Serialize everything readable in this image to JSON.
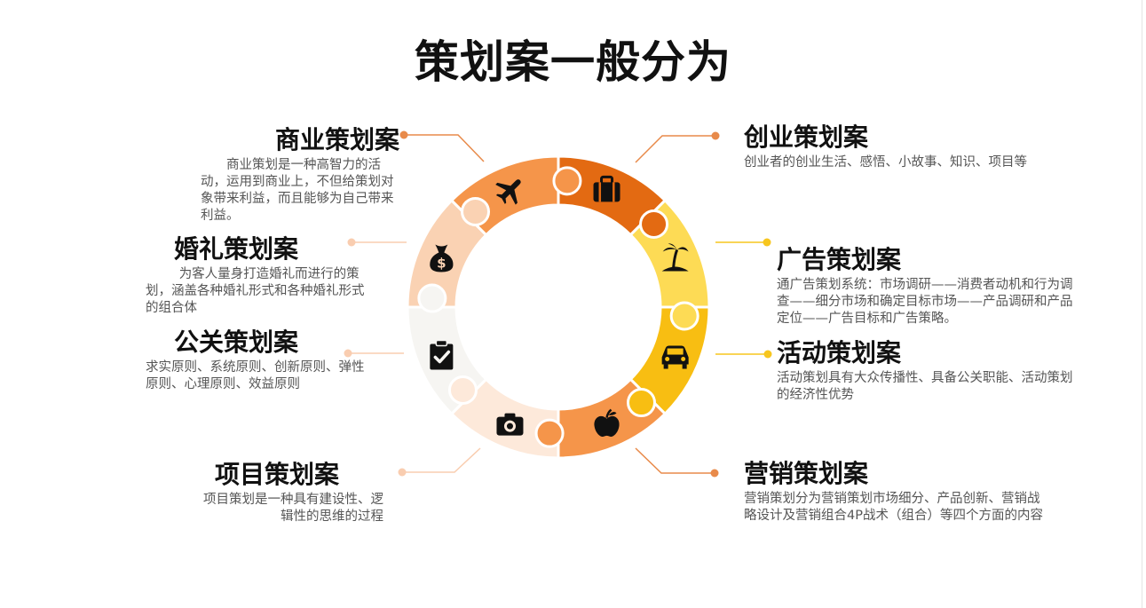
{
  "title": "策划案一般分为",
  "colors": {
    "orange_dark": "#E36A12",
    "orange": "#F5954A",
    "yellow_light": "#FDDB55",
    "yellow": "#F8BE12",
    "peach_light": "#FDE9DA",
    "gray_light": "#F6F5F2",
    "peach": "#FAD2B3",
    "connector_orange": "#E88A4A",
    "connector_peach": "#F9CDB0",
    "connector_yellow": "#F7C61E"
  },
  "segments": [
    {
      "icon": "briefcase-icon",
      "color": "#E36A12"
    },
    {
      "icon": "palm-island-icon",
      "color": "#FDDB55"
    },
    {
      "icon": "car-icon",
      "color": "#F8BE12"
    },
    {
      "icon": "apple-icon",
      "color": "#F5954A"
    },
    {
      "icon": "camera-icon",
      "color": "#FDE9DA"
    },
    {
      "icon": "clipboard-check-icon",
      "color": "#F6F5F2"
    },
    {
      "icon": "money-bag-icon",
      "color": "#FAD2B3"
    },
    {
      "icon": "airplane-icon",
      "color": "#F5954A"
    }
  ],
  "items": {
    "business": {
      "title": "商业策划案",
      "desc": "商业策划是一种高智力的活动，运用到商业上，不但给策划对象带来利益，而且能够为自己带来利益。"
    },
    "wedding": {
      "title": "婚礼策划案",
      "desc": "为客人量身打造婚礼而进行的策划，涵盖各种婚礼形式和各种婚礼形式的组合体"
    },
    "pr": {
      "title": "公关策划案",
      "desc": "求实原则、系统原则、创新原则、弹性原则、心理原则、效益原则"
    },
    "project": {
      "title": "项目策划案",
      "desc": "项目策划是一种具有建设性、逻辑性的思维的过程"
    },
    "startup": {
      "title": "创业策划案",
      "desc": "创业者的创业生活、感悟、小故事、知识、项目等"
    },
    "advertising": {
      "title": "广告策划案",
      "desc": "通广告策划系统：市场调研——消费者动机和行为调查——细分市场和确定目标市场——产品调研和产品定位——广告目标和广告策略。"
    },
    "event": {
      "title": "活动策划案",
      "desc": "活动策划具有大众传播性、具备公关职能、活动策划的经济性优势"
    },
    "marketing": {
      "title": "营销策划案",
      "desc": "营销策划分为营销策划市场细分、产品创新、营销战略设计及营销组合4P战术（组合）等四个方面的内容"
    }
  }
}
